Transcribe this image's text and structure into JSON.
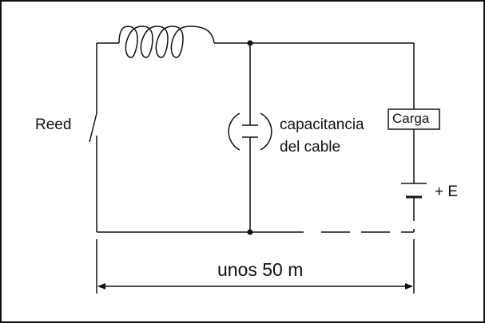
{
  "diagram": {
    "labels": {
      "reed": "Reed",
      "capacitance_line1": "capacitancia",
      "capacitance_line2": "del cable",
      "load": "Carga",
      "voltage": "+ E",
      "distance": "unos 50 m"
    },
    "components": {
      "inductor_turns": 4
    },
    "colors": {
      "line": "#111111",
      "border": "#111111",
      "background": "#ffffff"
    }
  }
}
